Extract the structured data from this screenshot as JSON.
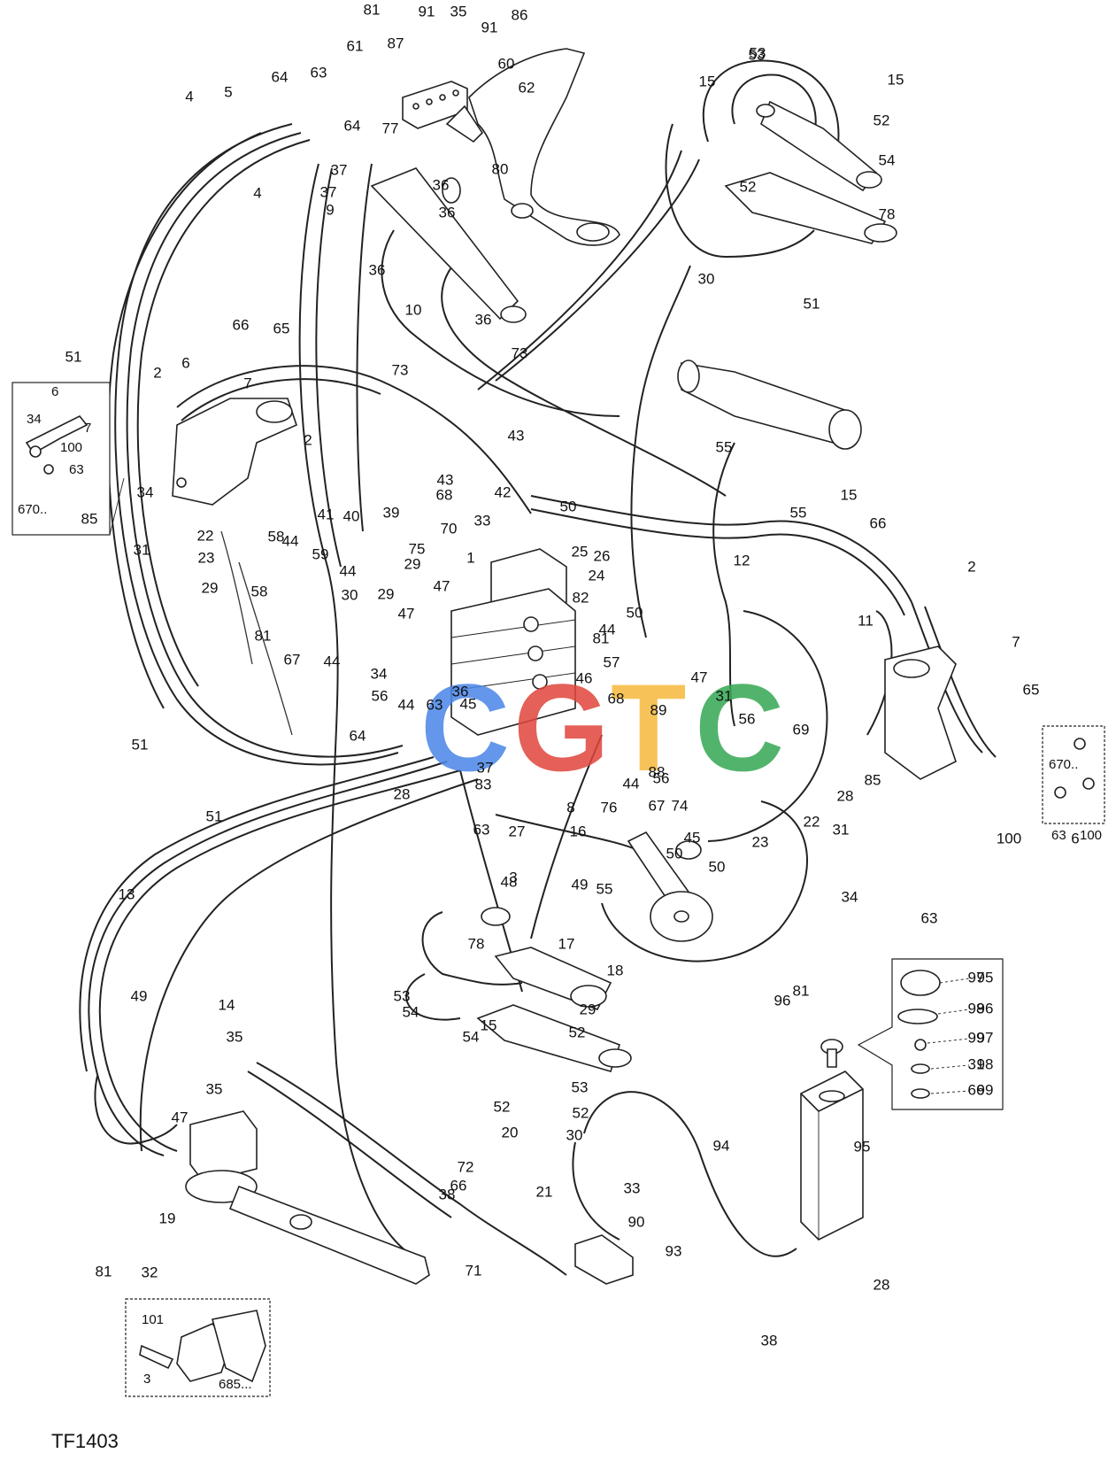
{
  "diagram": {
    "footer_code": "TF1403",
    "watermark": {
      "letters": [
        "C",
        "G",
        "T",
        "C"
      ],
      "colors": [
        "#4a86e8",
        "#e0453b",
        "#f6b93b",
        "#34a853"
      ]
    },
    "insets": {
      "left_top": {
        "caption": "670..",
        "labels": [
          "6",
          "34",
          "7",
          "100",
          "63"
        ]
      },
      "right_mid": {
        "caption": "670..",
        "labels": [
          "63",
          "100"
        ]
      },
      "bottom_left": {
        "caption": "685...",
        "labels": [
          "101",
          "3"
        ]
      },
      "tank_cap": {
        "labels": [
          "95",
          "96",
          "97",
          "98",
          "99"
        ]
      }
    },
    "callouts": [
      "81",
      "91",
      "35",
      "86",
      "91",
      "87",
      "60",
      "61",
      "62",
      "80",
      "77",
      "64",
      "63",
      "5",
      "4",
      "4",
      "64",
      "37",
      "36",
      "37",
      "36",
      "9",
      "36",
      "36",
      "10",
      "73",
      "73",
      "66",
      "65",
      "51",
      "2",
      "6",
      "7",
      "2",
      "34",
      "85",
      "31",
      "22",
      "23",
      "29",
      "58",
      "58",
      "44",
      "41",
      "40",
      "39",
      "59",
      "44",
      "30",
      "29",
      "75",
      "29",
      "47",
      "1",
      "26",
      "25",
      "24",
      "43",
      "43",
      "42",
      "68",
      "50",
      "70",
      "33",
      "47",
      "81",
      "67",
      "44",
      "34",
      "56",
      "63",
      "45",
      "36",
      "44",
      "64",
      "28",
      "83",
      "37",
      "63",
      "27",
      "8",
      "76",
      "16",
      "67",
      "74",
      "44",
      "56",
      "50",
      "45",
      "50",
      "81",
      "82",
      "50",
      "44",
      "57",
      "46",
      "68",
      "47",
      "31",
      "56",
      "89",
      "88",
      "69",
      "28",
      "22",
      "23",
      "85",
      "31",
      "34",
      "63",
      "100",
      "6",
      "7",
      "65",
      "66",
      "2",
      "11",
      "12",
      "55",
      "55",
      "15",
      "53",
      "15",
      "15",
      "53",
      "52",
      "54",
      "52",
      "78",
      "30",
      "51",
      "51",
      "51",
      "13",
      "3",
      "14",
      "49",
      "48",
      "49",
      "18",
      "17",
      "81",
      "55",
      "78",
      "53",
      "29",
      "52",
      "15",
      "54",
      "52",
      "53",
      "52",
      "30",
      "54",
      "20",
      "72",
      "66",
      "38",
      "71",
      "21",
      "33",
      "90",
      "93",
      "94",
      "95",
      "96",
      "97",
      "98",
      "99",
      "31",
      "66",
      "28",
      "38",
      "35",
      "35",
      "47",
      "19",
      "32",
      "81"
    ]
  }
}
